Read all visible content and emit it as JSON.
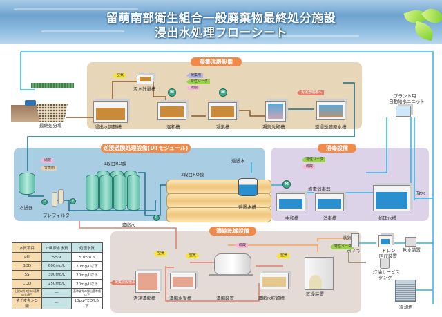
{
  "header": {
    "title_line1": "留萌南部衛生組合一般廃棄物最終処分施設",
    "title_line2": "浸出水処理フローシート"
  },
  "colors": {
    "coag_section_bg": "#e7d6b8",
    "ro_section_bg": "#a9cde3",
    "disinfection_section_bg": "#dcd3e8",
    "concentrate_section_bg": "#e4dbd6",
    "section_label_bg": "#f08a4b",
    "water_pipe": "#2ab4e8",
    "leachate_pipe": "#8a5a2b",
    "concentrate_pipe": "#e0806a"
  },
  "landfill": {
    "label": "最終処分場"
  },
  "coagulation": {
    "section_label": "凝集沈殿設備",
    "tanks": [
      {
        "id": "leachate-adjustment-tank",
        "label": "浸出水調整槽"
      },
      {
        "id": "sewage-metering-tank",
        "label": "汚水計量槽"
      },
      {
        "id": "mixing-tank",
        "label": "混和槽"
      },
      {
        "id": "flocculation-tank",
        "label": "凝集槽"
      },
      {
        "id": "coagulation-sedimentation-tank",
        "label": "凝集沈殿槽"
      },
      {
        "id": "ro-raw-water-tank",
        "label": "逆浸透膜原水槽"
      }
    ],
    "tags": {
      "air": "空気",
      "coagulant": "凝集剤",
      "caustic_soda": "苛性ソーダ",
      "sulfuric_acid": "硫酸",
      "to_sludge_thickener": "汚泥濃縮槽へ"
    }
  },
  "plant_water_unit": {
    "label_line1": "プラント用",
    "label_line2": "自動給水ユニット"
  },
  "ro": {
    "section_label": "逆浸透膜処理設備(DTモジュール)",
    "filter": "ろ過器",
    "prefilter": "プレフィルター",
    "stage1": "1段目RO膜",
    "stage2": "2段目RO膜",
    "permeate": "透過水",
    "permeate_tank": "透過水槽",
    "concentrate": "濃縮水",
    "tags": {
      "sulfuric_acid": "硫酸",
      "scale_inhibitor": "分散剤"
    },
    "pump_symbol": "P"
  },
  "disinfection": {
    "section_label": "消毒設備",
    "neutralization_tank": "中和槽",
    "chlorine_disinfector": "塩素消毒器",
    "disinfection_tank": "消毒槽",
    "treated_water_tank": "処理水槽",
    "discharge": "放水",
    "tags": {
      "caustic_soda": "苛性ソーダ",
      "sulfuric_acid": "硫酸"
    },
    "motor_symbol": "M"
  },
  "concentrate_drying": {
    "section_label": "濃縮乾燥設備",
    "sludge_thickener": "汚泥濃縮槽",
    "from_coag": "凝集沈殿槽より",
    "concentrate_receiving_tank": "濃縮水受槽",
    "concentrator": "濃縮装置",
    "concentrate_storage_tank": "濃縮水貯留槽",
    "dryer": "乾燥装置",
    "steam": "蒸気",
    "boiler": "ボイラ",
    "drain_recovery_line1": "ドレン",
    "drain_recovery_line2": "回収装置",
    "softener": "軟水装置",
    "kerosene_tank_line1": "灯油サービス",
    "kerosene_tank_line2": "タンク",
    "cooling_tower": "冷却塔",
    "tags": {
      "air": "空気",
      "sulfuric_acid": "硫酸",
      "caustic_soda": "苛性ソーダ"
    }
  },
  "quality_table": {
    "headers": [
      "水質項目",
      "計画原水水質",
      "処理水質"
    ],
    "rows": [
      [
        "pH",
        "5～9",
        "5.8～8.6"
      ],
      [
        "BOD",
        "600mg/L",
        "20mg/L以下"
      ],
      [
        "SS",
        "300mg/L",
        "20mg/L以下"
      ],
      [
        "COD",
        "250mg/L",
        "20mg/L以下"
      ],
      [
        "上記以外の排水基準の全項目",
        "—",
        "基準省令の排出基準値以下"
      ],
      [
        "ダイオキシン類",
        "—",
        "10pg-TEQ/L以下"
      ]
    ]
  }
}
